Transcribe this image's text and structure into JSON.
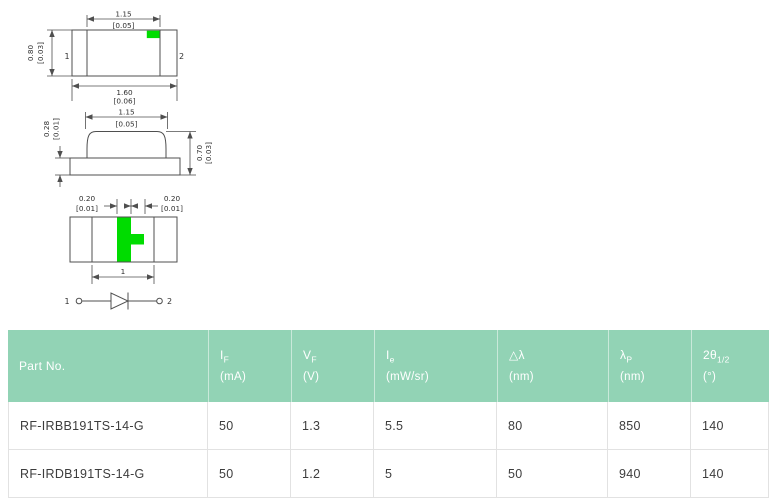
{
  "colors": {
    "header_bg": "#92d3b5",
    "drawing_green": "#00dc00",
    "drawing_line": "#4f4f4f",
    "table_border": "#e2e2e2",
    "row_text": "#3d3d3d"
  },
  "drawing": {
    "top_view": {
      "pin1": "1",
      "pin2": "2",
      "inner_width_mm": "1.15",
      "inner_width_in": "[0.05]",
      "total_width_mm": "1.60",
      "total_width_in": "[0.06]",
      "height_mm": "0.80",
      "height_in": "[0.03]"
    },
    "side_view": {
      "top_width_mm": "1.15",
      "top_width_in": "[0.05]",
      "base_height_mm": "0.28",
      "base_height_in": "[0.01]",
      "total_height_mm": "0.70",
      "total_height_in": "[0.03]"
    },
    "bottom_view": {
      "left_pad_mm": "0.20",
      "left_pad_in": "[0.01]",
      "right_pad_mm": "0.20",
      "right_pad_in": "[0.01]",
      "pitch": "1"
    },
    "circuit": {
      "pin1": "1",
      "pin2": "2"
    }
  },
  "table": {
    "columns": [
      {
        "label": "Part No.",
        "symbol": "",
        "sub": "",
        "unit": ""
      },
      {
        "label": "IF (mA)",
        "symbol": "I",
        "sub": "F",
        "unit": "(mA)"
      },
      {
        "label": "VF (V)",
        "symbol": "V",
        "sub": "F",
        "unit": "(V)"
      },
      {
        "label": "Ie (mW/sr)",
        "symbol": "I",
        "sub": "e",
        "unit": "(mW/sr)"
      },
      {
        "label": "Delta lambda (nm)",
        "symbol": "△λ",
        "sub": "",
        "unit": "(nm)"
      },
      {
        "label": "lambda P (nm)",
        "symbol": "λ",
        "sub": "P",
        "unit": "(nm)"
      },
      {
        "label": "2 theta 1/2 (deg)",
        "symbol": "2θ",
        "sub": "1/2",
        "unit": "(°)"
      }
    ],
    "rows": [
      {
        "part_no": "RF-IRBB191TS-14-G",
        "values": [
          "50",
          "1.3",
          "5.5",
          "80",
          "850",
          "140"
        ]
      },
      {
        "part_no": "RF-IRDB191TS-14-G",
        "values": [
          "50",
          "1.2",
          "5",
          "50",
          "940",
          "140"
        ]
      }
    ]
  }
}
